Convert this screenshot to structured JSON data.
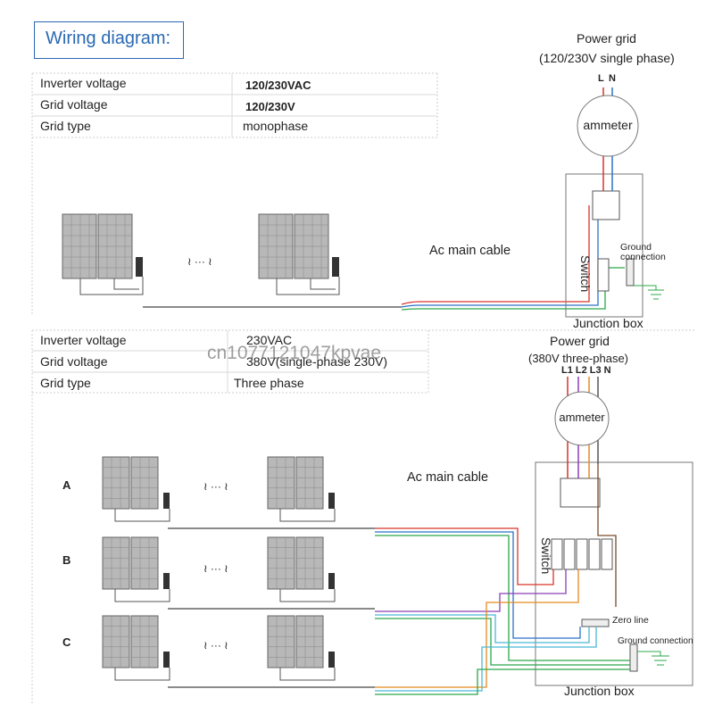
{
  "title": "Wiring diagram:",
  "section1": {
    "specs": [
      {
        "label": "Inverter voltage",
        "value": "120/230VAC"
      },
      {
        "label": "Grid voltage",
        "value": "120/230V"
      },
      {
        "label": "Grid type",
        "value": "monophase"
      }
    ],
    "grid_title": "Power grid",
    "grid_subtitle": "(120/230V single phase)",
    "phase_l": "L",
    "phase_n": "N",
    "meter": "ammeter",
    "switch": "Switch",
    "ground": "Ground",
    "ground2": "connection",
    "cable": "Ac main cable",
    "junction": "Junction box",
    "ellipsis": "≀ ··· ≀"
  },
  "section2": {
    "specs": [
      {
        "label": "Inverter voltage",
        "value": "230VAC"
      },
      {
        "label": "Grid voltage",
        "value": "380V(single-phase 230V)"
      },
      {
        "label": "Grid type",
        "value": "Three phase"
      }
    ],
    "grid_title": "Power grid",
    "grid_subtitle": "(380V three-phase)",
    "phases": "L1 L2 L3 N",
    "meter": "ammeter",
    "switch": "Switch",
    "cable": "Ac main cable",
    "zero_line": "Zero line",
    "ground": "Ground connection",
    "junction": "Junction box",
    "rows": [
      "A",
      "B",
      "C"
    ],
    "ellipsis": "≀ ··· ≀"
  },
  "watermark": "cn1077121047kpvae",
  "colors": {
    "title": "#2a69b3",
    "red": "#d9342b",
    "blue": "#2a72c8",
    "green": "#2ba84a",
    "purple": "#8a3fb5",
    "orange": "#e58a1f",
    "brown": "#7a4a2a",
    "cyan": "#4bb8d6"
  }
}
